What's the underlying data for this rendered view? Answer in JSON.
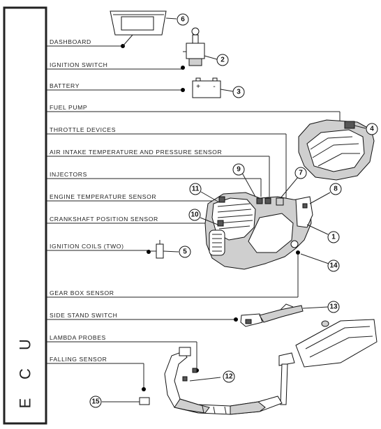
{
  "ecu_letters": [
    "E",
    "C",
    "U"
  ],
  "components": [
    {
      "key": "dashboard",
      "label": "DASHBOARD",
      "number": "6"
    },
    {
      "key": "ignition_switch",
      "label": "IGNITION SWITCH",
      "number": "2"
    },
    {
      "key": "battery",
      "label": "BATTERY",
      "number": "3"
    },
    {
      "key": "fuel_pump",
      "label": "FUEL PUMP",
      "number": "4"
    },
    {
      "key": "throttle_devices",
      "label": "THROTTLE DEVICES",
      "number": "1"
    },
    {
      "key": "air_intake_sensor",
      "label": "AIR INTAKE TEMPERATURE AND PRESSURE SENSOR",
      "number": "8"
    },
    {
      "key": "injectors",
      "label": "INJECTORS",
      "number": "9"
    },
    {
      "key": "engine_temp_sensor",
      "label": "ENGINE TEMPERATURE SENSOR",
      "number": "11"
    },
    {
      "key": "crankshaft_sensor",
      "label": "CRANKSHAFT POSITION SENSOR",
      "number": "10"
    },
    {
      "key": "ignition_coils",
      "label": "IGNITION COILS (TWO)",
      "number": "5"
    },
    {
      "key": "gear_box_sensor",
      "label": "GEAR BOX SENSOR",
      "number": "14"
    },
    {
      "key": "side_stand_switch",
      "label": "SIDE STAND SWITCH",
      "number": "13"
    },
    {
      "key": "lambda_probes",
      "label": "LAMBDA PROBES",
      "number": "12"
    },
    {
      "key": "falling_sensor",
      "label": "FALLING SENSOR",
      "number": "15"
    }
  ],
  "extra_callouts": [
    "7"
  ],
  "battery_terminals": {
    "positive": "+",
    "negative": "-"
  }
}
